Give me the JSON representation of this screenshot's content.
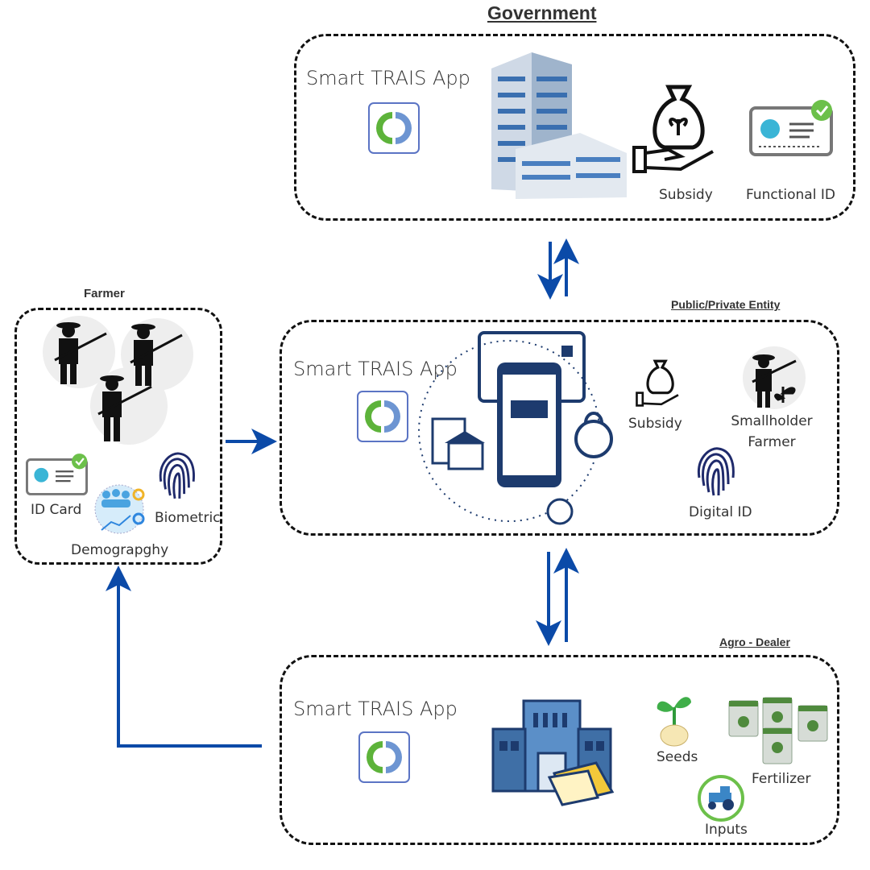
{
  "sections": {
    "government": "Government",
    "farmer": "Farmer",
    "public_private": "Public/Private Entity",
    "agro_dealer": "Agro - Dealer"
  },
  "app_name": "Smart TRAIS App",
  "government": {
    "items": [
      "Subsidy",
      "Functional ID"
    ]
  },
  "public_private": {
    "items": [
      "Subsidy",
      "Smallholder Farmer",
      "Digital ID"
    ]
  },
  "farmer": {
    "items": [
      "ID Card",
      "Biometric",
      "Demograpghy"
    ]
  },
  "agro_dealer": {
    "items": [
      "Seeds",
      "Fertilizer",
      "Inputs"
    ]
  },
  "colors": {
    "arrow": "#0b4aa8",
    "logo_green": "#5db33a",
    "logo_blue": "#5b84c8",
    "fingerprint": "#1f2a6b"
  }
}
